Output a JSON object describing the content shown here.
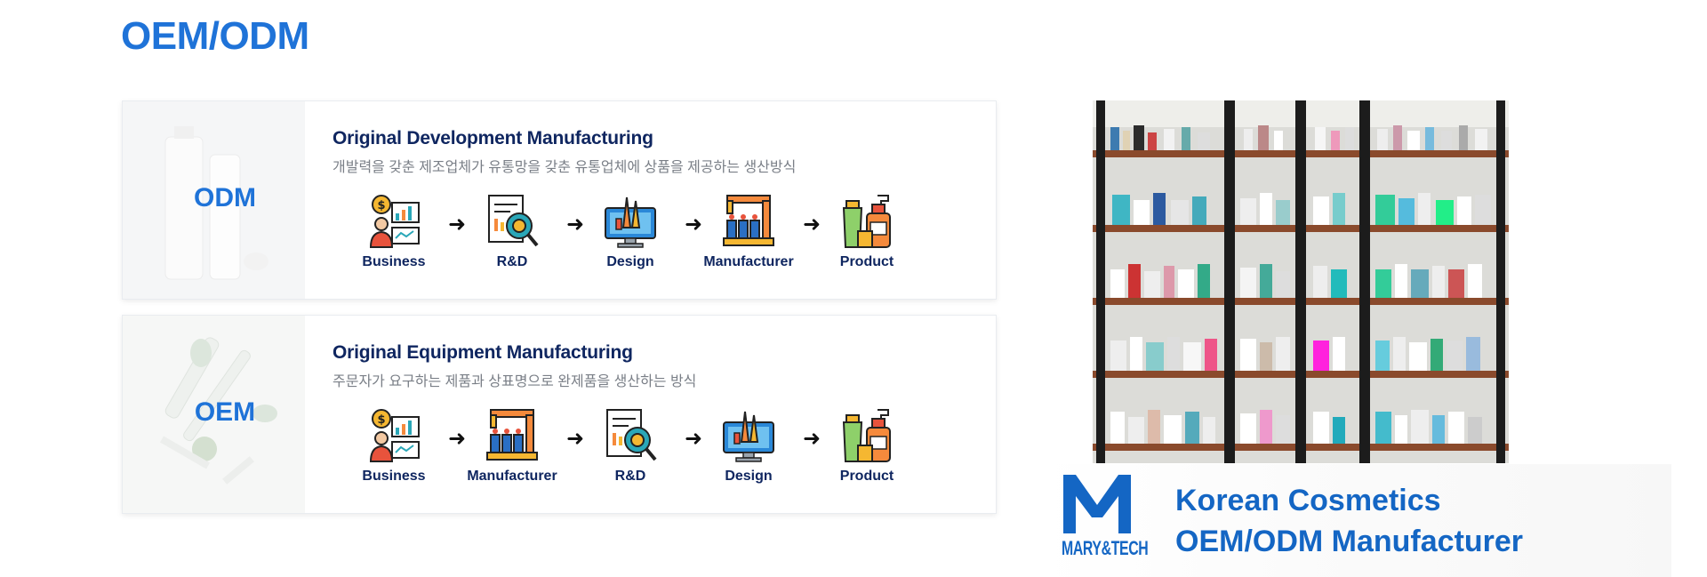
{
  "page": {
    "title": "OEM/ODM"
  },
  "odm": {
    "label": "ODM",
    "heading": "Original Development Manufacturing",
    "description": "개발력을 갖춘 제조업체가 유통망을 갖춘 유통업체에 상품을 제공하는 생산방식",
    "steps": [
      {
        "label": "Business",
        "icon": "business-icon"
      },
      {
        "label": "R&D",
        "icon": "research-icon"
      },
      {
        "label": "Design",
        "icon": "design-icon"
      },
      {
        "label": "Manufacturer",
        "icon": "manufacturer-icon"
      },
      {
        "label": "Product",
        "icon": "product-icon"
      }
    ],
    "arrow": "➜"
  },
  "oem": {
    "label": "OEM",
    "heading": "Original Equipment Manufacturing",
    "description": "주문자가 요구하는 제품과 상표명으로 완제품을 생산하는 방식",
    "steps": [
      {
        "label": "Business",
        "icon": "business-icon"
      },
      {
        "label": "Manufacturer",
        "icon": "manufacturer-icon"
      },
      {
        "label": "R&D",
        "icon": "research-icon"
      },
      {
        "label": "Design",
        "icon": "design-icon"
      },
      {
        "label": "Product",
        "icon": "product-icon"
      }
    ],
    "arrow": "➜"
  },
  "brand": {
    "logo_text": "MARY&TECH",
    "line1": "Korean Cosmetics",
    "line2": "OEM/ODM Manufacturer",
    "color": "#1466c4"
  },
  "colors": {
    "accent": "#1f73d8",
    "heading": "#0f2660",
    "muted": "#7a7f87"
  }
}
